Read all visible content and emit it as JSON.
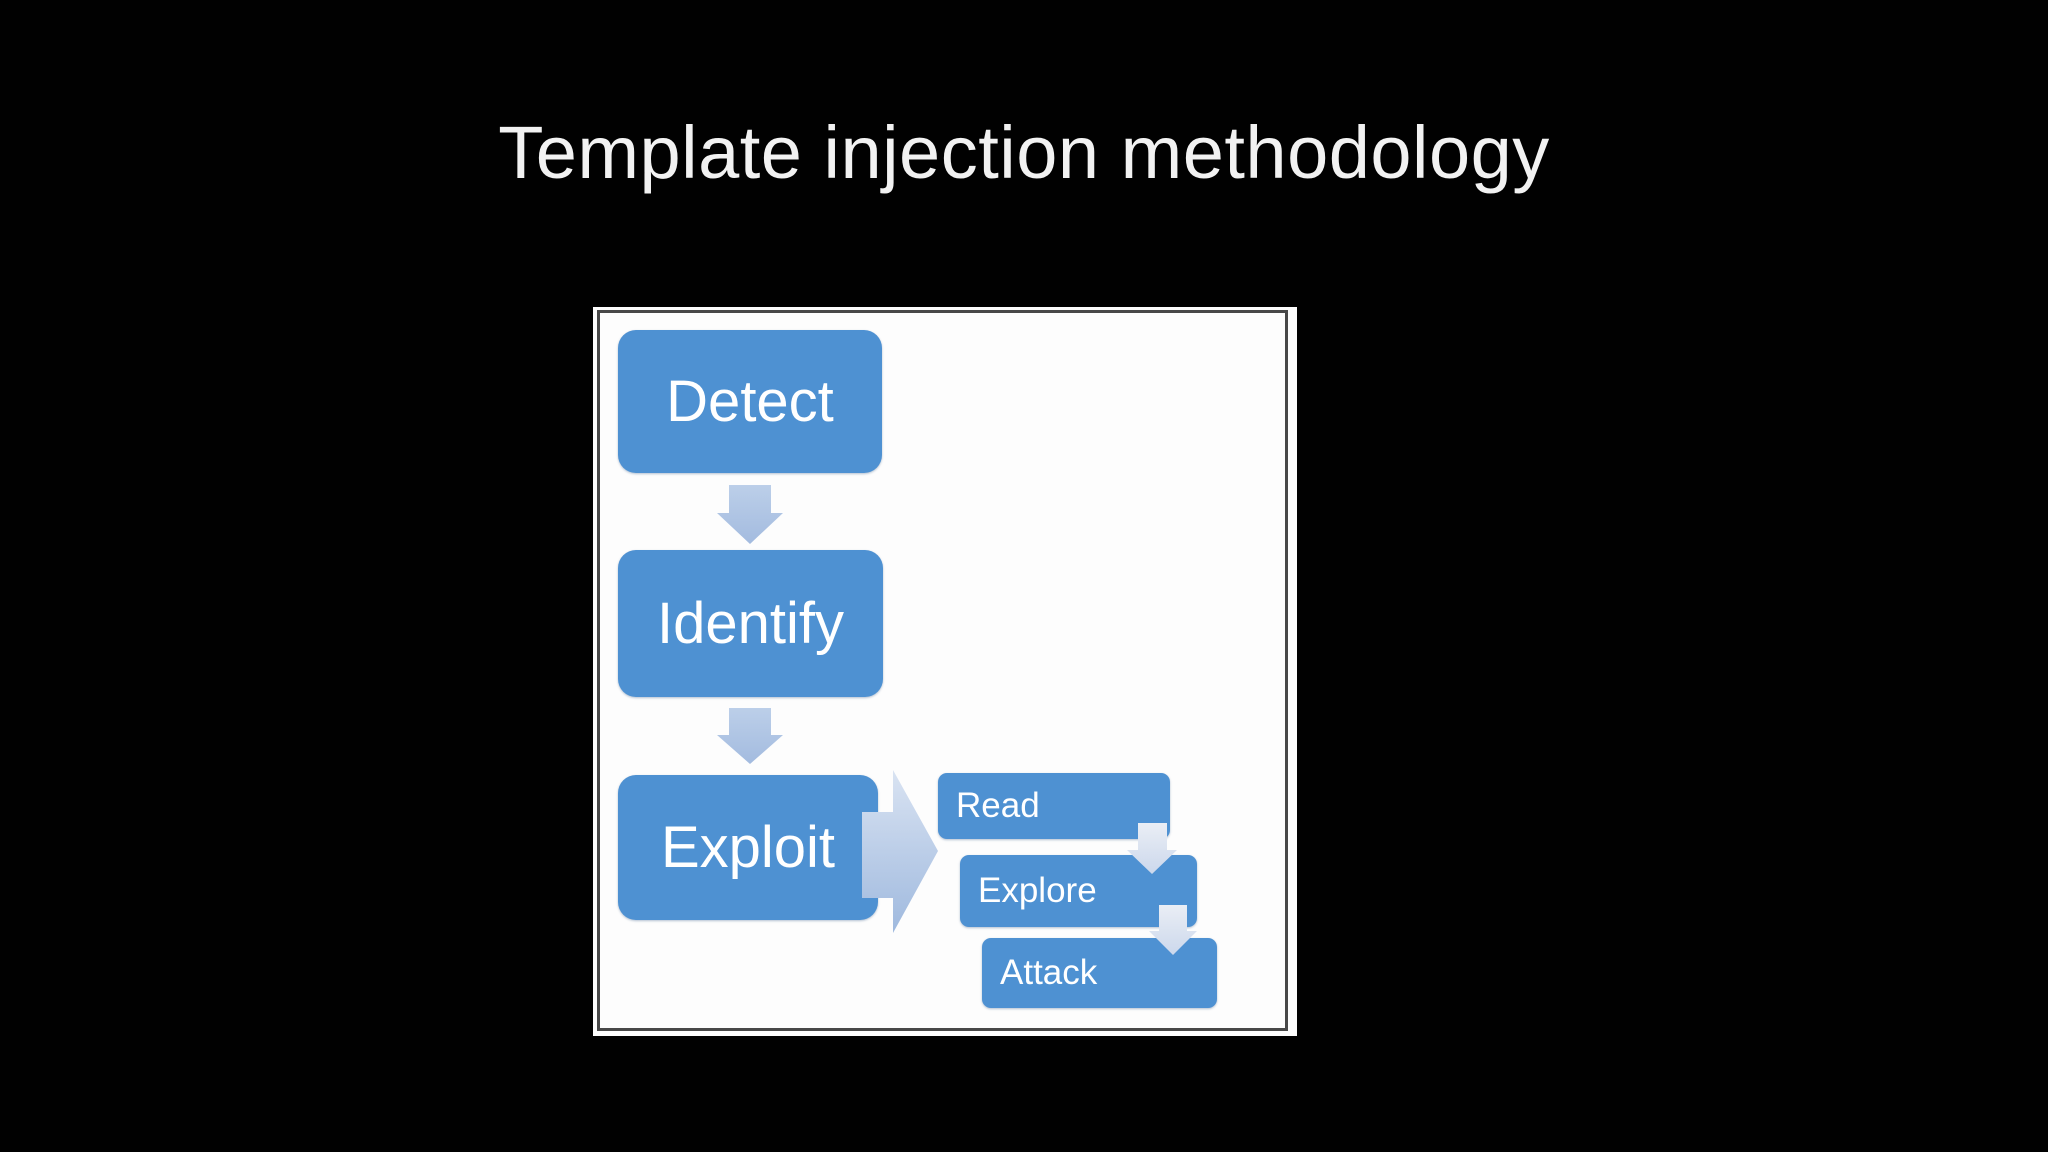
{
  "slide": {
    "title": "Template injection methodology",
    "background_color": "#010101",
    "title_color": "#f2f2f2"
  },
  "diagram": {
    "description": "Flowchart: vertical process Detect, Identify, Exploit; Exploit branches right into stepped cascade Read, Explore, Attack",
    "panel_background": "#fdfdfd",
    "panel_border_color": "#484848",
    "node_fill": "#4e91d2",
    "node_text_color": "#ffffff",
    "vertical_connector_fill_top": "#bccfe9",
    "vertical_connector_fill_bottom": "#a3bbdf",
    "branch_arrow_fill_top": "#d9e3f2",
    "branch_arrow_fill_bottom": "#9fb9de",
    "small_connector_fill_top": "#eaeef5",
    "small_connector_fill_bottom": "#ccd8ec",
    "main_nodes": [
      {
        "id": "detect",
        "label": "Detect"
      },
      {
        "id": "identify",
        "label": "Identify"
      },
      {
        "id": "exploit",
        "label": "Exploit"
      }
    ],
    "branch_nodes": [
      {
        "id": "read",
        "label": "Read"
      },
      {
        "id": "explore",
        "label": "Explore"
      },
      {
        "id": "attack",
        "label": "Attack"
      }
    ],
    "connectors": [
      {
        "id": "detect-to-identify",
        "type": "down-block-arrow"
      },
      {
        "id": "identify-to-exploit",
        "type": "down-block-arrow"
      },
      {
        "id": "exploit-to-branch",
        "type": "right-block-arrow"
      },
      {
        "id": "read-to-explore",
        "type": "down-block-arrow-small"
      },
      {
        "id": "explore-to-attack",
        "type": "down-block-arrow-small"
      }
    ]
  }
}
